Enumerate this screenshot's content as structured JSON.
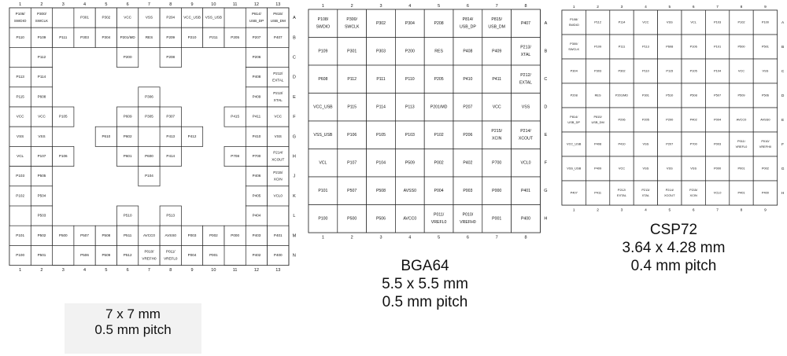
{
  "packages": [
    {
      "id": "lqfp",
      "caption": [
        "7 x 7  mm",
        "0.5 mm pitch"
      ],
      "rows": [
        "A",
        "B",
        "C",
        "D",
        "E",
        "F",
        "G",
        "H",
        "J",
        "K",
        "L",
        "M",
        "N"
      ],
      "cols": [
        "1",
        "2",
        "3",
        "4",
        "5",
        "6",
        "7",
        "8",
        "9",
        "10",
        "11",
        "12",
        "13"
      ],
      "cells": [
        [
          "P108/|SWDIO",
          "P300/|SWCLK",
          "",
          "P301",
          "P302",
          "VCC",
          "VSS",
          "P204",
          "VCC_USB",
          "VSS_USB",
          "",
          "P814/|USB_DP",
          "P815/|USB_DM"
        ],
        [
          "P110",
          "P109",
          "P111",
          "P303",
          "P304",
          "P201/MD",
          "RES",
          "P209",
          "P210",
          "P211",
          "P205",
          "P207",
          "P407"
        ],
        [
          "",
          "P112",
          "",
          "",
          "",
          "P200",
          "",
          "P208",
          "",
          "",
          "",
          "P206",
          ""
        ],
        [
          "P113",
          "P114",
          "",
          "",
          "",
          "",
          "",
          "",
          "",
          "",
          "",
          "P408",
          "P212/|EXTAL"
        ],
        [
          "P115",
          "P608",
          "",
          "",
          "",
          "",
          "P306",
          "",
          "",
          "",
          "",
          "P409",
          "P213/|XTAL"
        ],
        [
          "VCC",
          "VCC",
          "P105",
          "",
          "",
          "P609",
          "P305",
          "P307",
          "",
          "",
          "P415",
          "P411",
          "VCC"
        ],
        [
          "VSS",
          "VSS",
          "",
          "",
          "P610",
          "P602",
          "",
          "P413",
          "P412",
          "",
          "",
          "P410",
          "VSS"
        ],
        [
          "VCL",
          "P107",
          "P106",
          "",
          "",
          "P601",
          "P600",
          "P414",
          "",
          "",
          "P708",
          "P700",
          "P214/|XCOUT"
        ],
        [
          "P103",
          "P505",
          "",
          "",
          "",
          "",
          "P104",
          "",
          "",
          "",
          "",
          "P406",
          "P215/|XCIN"
        ],
        [
          "P102",
          "P504",
          "",
          "",
          "",
          "",
          "",
          "",
          "",
          "",
          "",
          "P405",
          "VCL0"
        ],
        [
          "",
          "P503",
          "",
          "",
          "",
          "P510",
          "",
          "P513",
          "",
          "",
          "",
          "P404",
          ""
        ],
        [
          "P101",
          "P502",
          "P500",
          "P507",
          "P508",
          "P511",
          "AVCC0",
          "AVSS0",
          "P003",
          "P002",
          "P000",
          "P403",
          "P401"
        ],
        [
          "P100",
          "P501",
          "",
          "P506",
          "P509",
          "P512",
          "P010/|VREFH0",
          "P011/|VREFL0",
          "P004",
          "P001",
          "",
          "P402",
          "P400"
        ]
      ]
    },
    {
      "id": "bga64",
      "caption": [
        "BGA64",
        "5.5 x 5.5  mm",
        "0.5 mm pitch"
      ],
      "rows": [
        "A",
        "B",
        "C",
        "D",
        "E",
        "F",
        "G",
        "H"
      ],
      "cols": [
        "1",
        "2",
        "3",
        "4",
        "5",
        "6",
        "7",
        "8"
      ],
      "cells": [
        [
          "P108/|SWDIO",
          "P300/|SWCLK",
          "P302",
          "P304",
          "P208",
          "P814/|USB_DP",
          "P815/|USB_DM",
          "P407"
        ],
        [
          "P109",
          "P301",
          "P303",
          "P200",
          "RES",
          "P408",
          "P409",
          "P213/|XTAL"
        ],
        [
          "P608",
          "P112",
          "P111",
          "P110",
          "P205",
          "P410",
          "P411",
          "P212/|EXTAL"
        ],
        [
          "VCC_USB",
          "P115",
          "P114",
          "P113",
          "P201/MD",
          "P207",
          "VCC",
          "VSS"
        ],
        [
          "VSS_USB",
          "P106",
          "P105",
          "P103",
          "P102",
          "P206",
          "P215/|XCIN",
          "P214/|XCOUT"
        ],
        [
          "VCL",
          "P107",
          "P104",
          "P509",
          "P002",
          "P402",
          "P700",
          "VCL0"
        ],
        [
          "P101",
          "P507",
          "P508",
          "AVSS0",
          "P004",
          "P003",
          "P000",
          "P401"
        ],
        [
          "P100",
          "P500",
          "P506",
          "AVCC0",
          "P011/|VREFL0",
          "P010/|VREFH0",
          "P001",
          "P400"
        ]
      ]
    },
    {
      "id": "csp72",
      "caption": [
        "CSP72",
        "3.64 x 4.28 mm",
        "0.4 mm pitch"
      ],
      "rows": [
        "A",
        "B",
        "C",
        "D",
        "E",
        "F",
        "G",
        "H"
      ],
      "cols": [
        "1",
        "2",
        "3",
        "4",
        "5",
        "6",
        "7",
        "8",
        "9"
      ],
      "cells": [
        [
          "P108/|SWDIO",
          "P112",
          "P114",
          "VCC",
          "VSS",
          "VCL",
          "P103",
          "P102",
          "P100"
        ],
        [
          "P300/|SWCLK",
          "P109",
          "P111",
          "P113",
          "P608",
          "P106",
          "P101",
          "P500",
          "P501"
        ],
        [
          "P304",
          "P303",
          "P302",
          "P110",
          "P115",
          "P105",
          "P104",
          "VCC",
          "VSS"
        ],
        [
          "P208",
          "RES",
          "P201/MD",
          "P301",
          "P510",
          "P508",
          "P507",
          "P509",
          "P506"
        ],
        [
          "P814/|USB_DP",
          "P815/|USB_DM",
          "P206",
          "P205",
          "P200",
          "P402",
          "P004",
          "AVCC0",
          "AVSS0"
        ],
        [
          "VCC_USB",
          "P408",
          "P410",
          "VSS",
          "P207",
          "P700",
          "P003",
          "P011/|VREFL0",
          "P010/|VREFH0"
        ],
        [
          "VSS_USB",
          "P409",
          "VCC",
          "VSS",
          "VSS",
          "VSS",
          "P000",
          "P001",
          "P002"
        ],
        [
          "P407",
          "P411",
          "P212/|EXTAL",
          "P213/|XTAL",
          "P214/|XCOUT",
          "P215/|XCIN",
          "VCL0",
          "P401",
          "P400"
        ]
      ]
    }
  ]
}
